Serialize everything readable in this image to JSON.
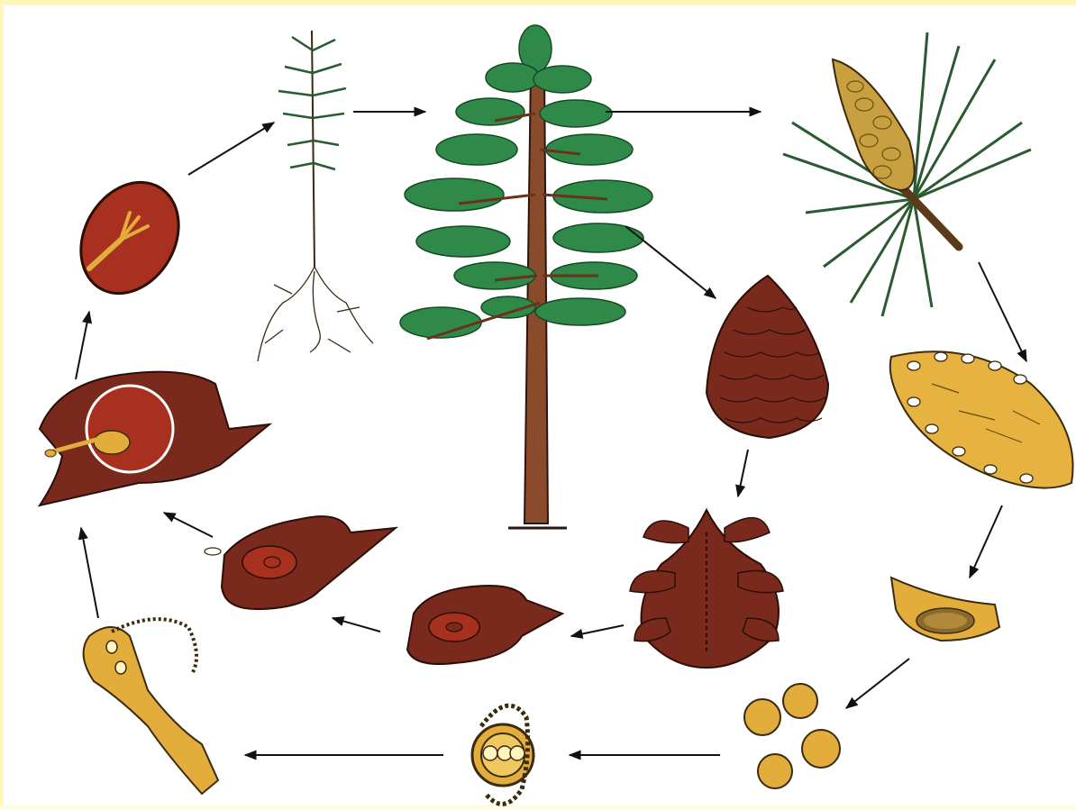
{
  "figure": {
    "subject": "pine-life-cycle",
    "colors": {
      "background": "#ffffff",
      "border": "#fff7b8",
      "needle_green": "#2f8a4a",
      "trunk_brown": "#8a4a2c",
      "cone_brown": "#7a2a1c",
      "seed_red": "#a8301e",
      "pollen_yellow": "#e2ad3a",
      "outline": "#1a1a1a"
    },
    "stages": [
      {
        "key": "adult-pine-tree",
        "icon": "pine-tree-icon"
      },
      {
        "key": "male-cone-branch",
        "icon": "male-cone-icon"
      },
      {
        "key": "male-cone-section",
        "icon": "cone-section-icon"
      },
      {
        "key": "microsporangium",
        "icon": "microsporangium-icon"
      },
      {
        "key": "pollen-grains",
        "icon": "pollen-icon"
      },
      {
        "key": "winged-pollen-grain",
        "icon": "winged-pollen-icon"
      },
      {
        "key": "pollen-tube",
        "icon": "pollen-tube-icon"
      },
      {
        "key": "female-cone",
        "icon": "female-cone-icon"
      },
      {
        "key": "female-cone-section",
        "icon": "female-cone-section-icon"
      },
      {
        "key": "ovule-scale",
        "icon": "ovule-scale-icon"
      },
      {
        "key": "ovule-megaspore",
        "icon": "megaspore-icon"
      },
      {
        "key": "fertilized-ovule",
        "icon": "fertilization-icon"
      },
      {
        "key": "seed-with-embryo",
        "icon": "seed-icon"
      },
      {
        "key": "seedling",
        "icon": "seedling-icon"
      }
    ]
  }
}
